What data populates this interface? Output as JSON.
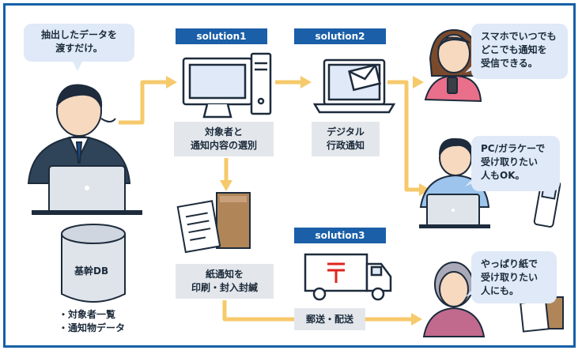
{
  "colors": {
    "frame": "#1560a8",
    "arrow": "#f6c96b",
    "bubble": "#dfe9f7",
    "label_bg": "#e3e7ec",
    "solution_bg": "#1a5fa8"
  },
  "solutions": {
    "s1": "solution1",
    "s2": "solution2",
    "s3": "solution3"
  },
  "bubbles": {
    "operator": [
      "抽出したデータを",
      "渡すだけ。"
    ],
    "smartphone": [
      "スマホでいつでも",
      "どこでも通知を",
      "受信できる。"
    ],
    "pc": [
      "PC/ガラケーで",
      "受け取りたい",
      "人もOK。"
    ],
    "paper": [
      "やっぱり紙で",
      "受け取りたい",
      "人にも。"
    ]
  },
  "labels": {
    "select": [
      "対象者と",
      "通知内容の選別"
    ],
    "digital": [
      "デジタル",
      "行政通知"
    ],
    "print": [
      "紙通知を",
      "印刷・封入封緘"
    ],
    "delivery": "郵送・配送"
  },
  "database": {
    "name": "基幹DB",
    "items": [
      "・対象者一覧",
      "・通知物データ"
    ]
  },
  "icons": [
    "operator-icon",
    "database-icon",
    "desktop-pc-icon",
    "laptop-mail-icon",
    "documents-box-icon",
    "delivery-truck-icon",
    "woman-smartphone-icon",
    "man-laptop-icon",
    "flip-phone-icon",
    "elderly-woman-envelope-icon"
  ]
}
